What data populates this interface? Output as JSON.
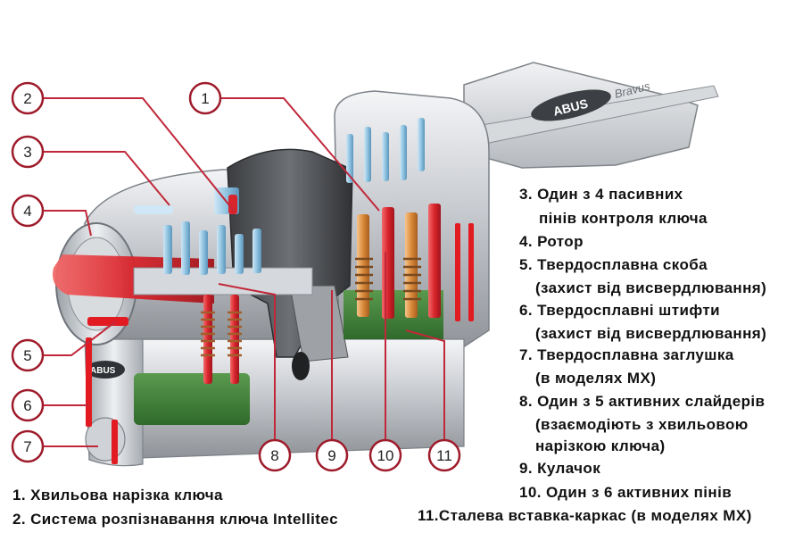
{
  "diagram": {
    "callouts": [
      "1",
      "2",
      "3",
      "4",
      "5",
      "6",
      "7",
      "8",
      "9",
      "10",
      "11"
    ],
    "brand": "ABUS",
    "key_text": "Bravus"
  },
  "legend": {
    "left": [
      "1. Хвильова нарізка ключа",
      "2. Система розпізнавання ключа Intellitec"
    ],
    "right": [
      "3. Один з 4 пасивних",
      "пінів контроля ключа",
      "4. Ротор",
      "5. Твердосплавна скоба",
      "(захист від висвердлювання)",
      "6. Твердосплавні штифти",
      "(захист від висвердлювання)",
      "7. Твердосплавна заглушка",
      "(в моделях MX)",
      "8. Один з 5 активних слайдерів",
      "(взаємодіють з хвильовою",
      "нарізкою ключа)",
      "9. Кулачок",
      "10. Один з 6 активних пінів",
      "11.Сталева вставка-каркас (в моделях MX)"
    ]
  },
  "colors": {
    "callout_ring": "#9e1b2b",
    "leader": "#c0283a",
    "accent_red": "#e21b23",
    "insert_green": "#3f7d3a",
    "pin_blue": "#8fc3e0",
    "spring_orange": "#d98a3a",
    "body_silver": "#c9ccd1"
  }
}
